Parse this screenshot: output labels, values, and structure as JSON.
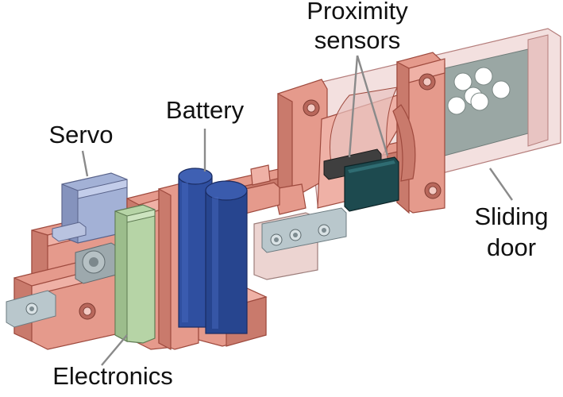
{
  "labels": {
    "proximity_line1": "Proximity",
    "proximity_line2": "sensors",
    "battery": "Battery",
    "servo": "Servo",
    "sliding_line1": "Sliding",
    "sliding_line2": "door",
    "electronics": "Electronics"
  }
}
